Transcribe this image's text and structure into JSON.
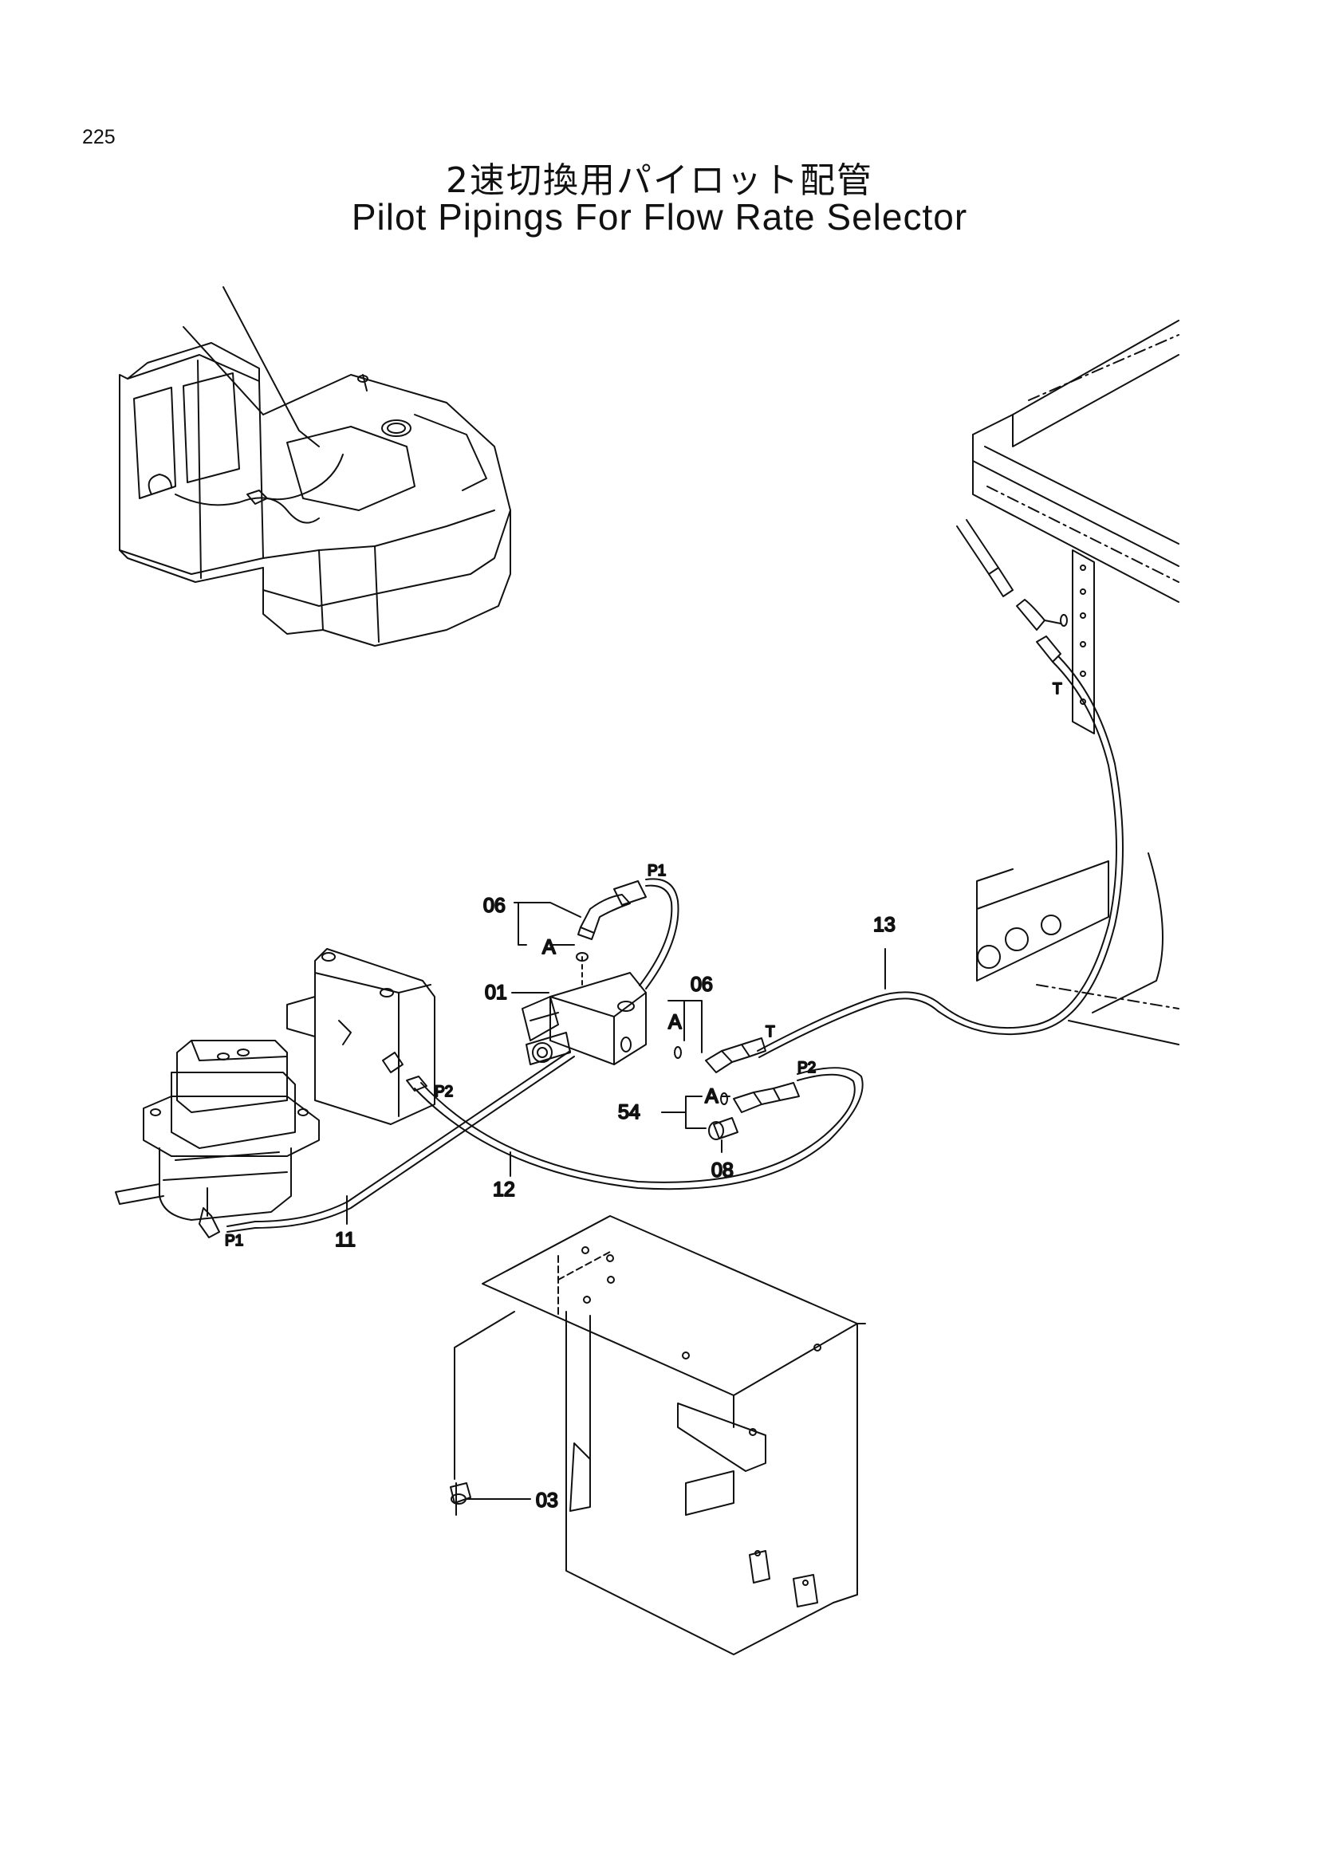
{
  "page": {
    "number": "225",
    "title_jp": "2速切換用パイロット配管",
    "title_en": "Pilot Pipings For Flow Rate Selector"
  },
  "callouts": {
    "c01": "01",
    "c03": "03",
    "c06a": "06",
    "c06b": "06",
    "c08": "08",
    "c11": "11",
    "c12": "12",
    "c13": "13",
    "c54": "54"
  },
  "detail_markers": {
    "a1": "A",
    "a2": "A",
    "a3": "A"
  },
  "port_labels": {
    "p1_top": "P1",
    "p1_left": "P1",
    "p2_right": "P2",
    "p2_left": "P2",
    "t_valve": "T",
    "t_tank": "T"
  }
}
